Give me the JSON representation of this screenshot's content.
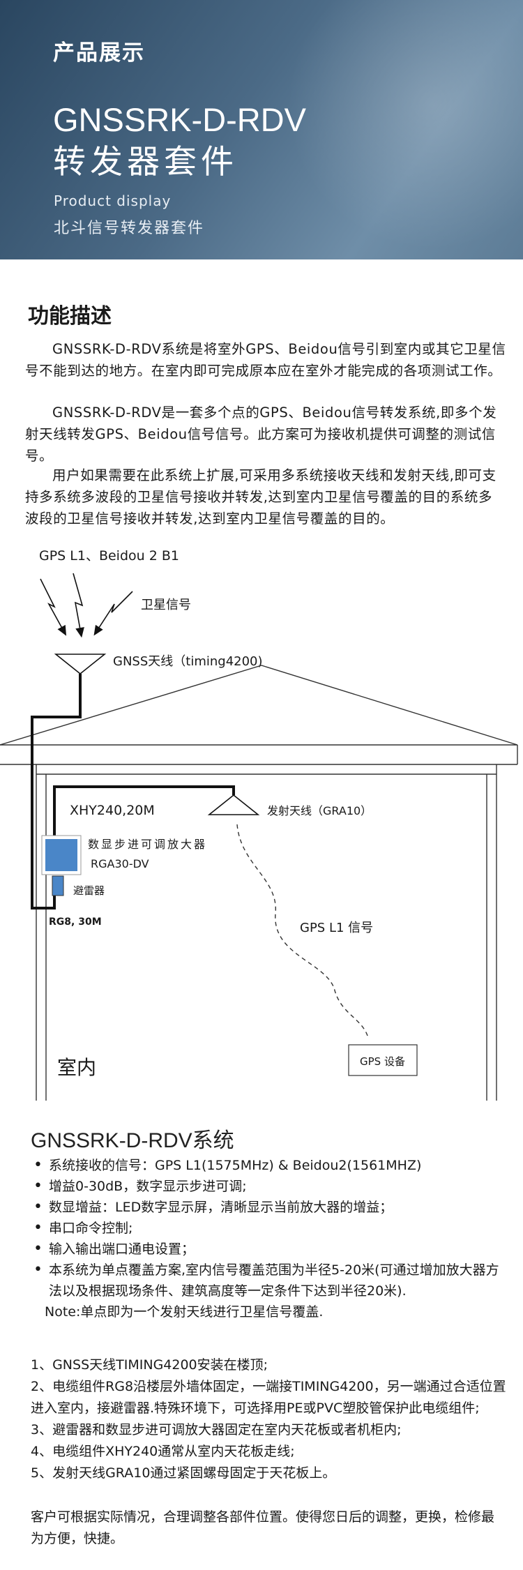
{
  "hero": {
    "label": "产品展示",
    "title_line1": "GNSSRK-D-RDV",
    "title_line2": "转发器套件",
    "subtitle_en": "Product display",
    "subtitle_cn": "北斗信号转发器套件"
  },
  "features": {
    "title": "功能描述",
    "paragraphs": [
      "GNSSRK-D-RDV系统是将室外GPS、Beidou信号引到室内或其它卫星信号不能到达的地方。在室内即可完成原本应在室外才能完成的各项测试工作。",
      "GNSSRK-D-RDV是一套多个点的GPS、Beidou信号转发系统,即多个发射天线转发GPS、Beidou信号信号。此方案可为接收机提供可调整的测试信号。",
      "用户如果需要在此系统上扩展,可采用多系统接收天线和发射天线,即可支持多系统多波段的卫星信号接收并转发,达到室内卫星信号覆盖的目的系统多波段的卫星信号接收并转发,达到室内卫星信号覆盖的目的。"
    ]
  },
  "diagram": {
    "signal_bands": "GPS L1、Beidou 2 B1",
    "satellite_signal": "卫星信号",
    "gnss_antenna": "GNSS天线（timing4200)",
    "cable1": "XHY240,20M",
    "tx_antenna": "发射天线（GRA10）",
    "amplifier_label": "数显步进可调放大器",
    "amplifier_model": "RGA30-DV",
    "arrester": "避雷器",
    "cable2": "RG8, 30M",
    "gps_l1_signal": "GPS L1 信号",
    "gps_device": "GPS 设备",
    "indoor": "室内",
    "colors": {
      "blue_text": "#1f6fb5",
      "amplifier": "#4a86c8",
      "line": "#111111"
    }
  },
  "system": {
    "title": "GNSSRK-D-RDV系统",
    "items": [
      "系统接收的信号：GPS L1(1575MHz) & Beidou2(1561MHZ)",
      "增益0-30dB，数字显示步进可调;",
      "数显增益：LED数字显示屏，清晰显示当前放大器的增益；",
      "串口命令控制;",
      "输入输出端口通电设置；",
      "本系统为单点覆盖方案,室内信号覆盖范围为半径5-20米(可通过增加放大器方法以及根据现场条件、建筑高度等一定条件下达到半径20米)."
    ],
    "note": "Note:单点即为一个发射天线进行卫星信号覆盖."
  },
  "install": {
    "steps": [
      "1、GNSS天线TIMING4200安装在楼顶;",
      "2、电缆组件RG8沿楼层外墙体固定，一端接TIMING4200，另一端通过合适位置进入室内，接避雷器.特殊环境下，可选择用PE或PVC塑胶管保护此电缆组件;",
      "3、避雷器和数显步进可调放大器固定在室内天花板或者机柜内;",
      "4、电缆组件XHY240通常从室内天花板走线;",
      "5、发射天线GRA10通过紧固螺母固定于天花板上。"
    ],
    "tail": "客户可根据实际情况，合理调整各部件位置。使得您日后的调整，更换，检修最为方便，快捷。"
  }
}
